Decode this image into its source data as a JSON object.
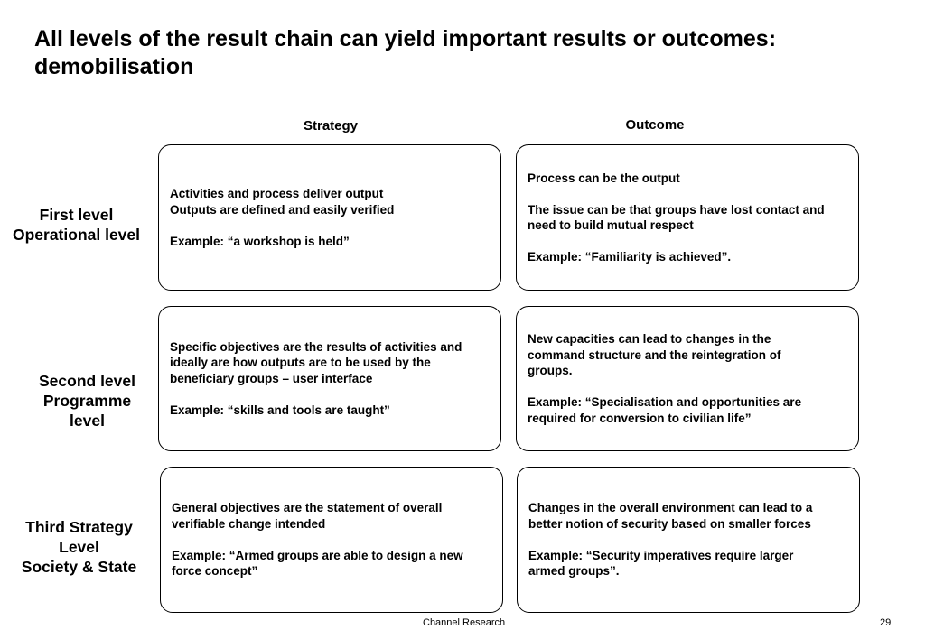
{
  "title": {
    "line1": "All levels of the result chain can yield important results or outcomes:",
    "line2": "demobilisation"
  },
  "columns": {
    "strategy": "Strategy",
    "outcome": "Outcome"
  },
  "rows": [
    {
      "label": [
        "First level",
        "Operational level"
      ],
      "strategy": [
        "Activities and process deliver output",
        "Outputs are defined and easily verified",
        "",
        "Example: “a workshop is held”"
      ],
      "outcome": [
        "Process can be the output",
        "",
        "The issue can be that groups have lost contact and",
        "need to build mutual respect",
        "",
        "Example: “Familiarity is achieved”."
      ]
    },
    {
      "label": [
        "Second level",
        "Programme",
        "level"
      ],
      "strategy": [
        "Specific objectives are the results of activities and",
        "ideally are how outputs are to be used by the",
        "beneficiary groups – user interface",
        "",
        "Example: “skills and tools are taught”"
      ],
      "outcome": [
        "New capacities can lead to changes in the",
        "command structure and the reintegration of",
        "groups.",
        "",
        "Example: “Specialisation and opportunities are",
        "required for conversion to civilian life”"
      ]
    },
    {
      "label": [
        "Third Strategy",
        "Level",
        "Society & State"
      ],
      "strategy": [
        "General objectives are the statement of overall",
        "verifiable change intended",
        "",
        "Example: “Armed groups are able to design a new",
        "force concept”"
      ],
      "outcome": [
        "Changes in the overall environment  can lead to a",
        "better notion of security based on smaller forces",
        "",
        "Example: “Security imperatives require larger",
        "armed groups”."
      ]
    }
  ],
  "footer": {
    "source": "Channel Research",
    "page": "29"
  }
}
